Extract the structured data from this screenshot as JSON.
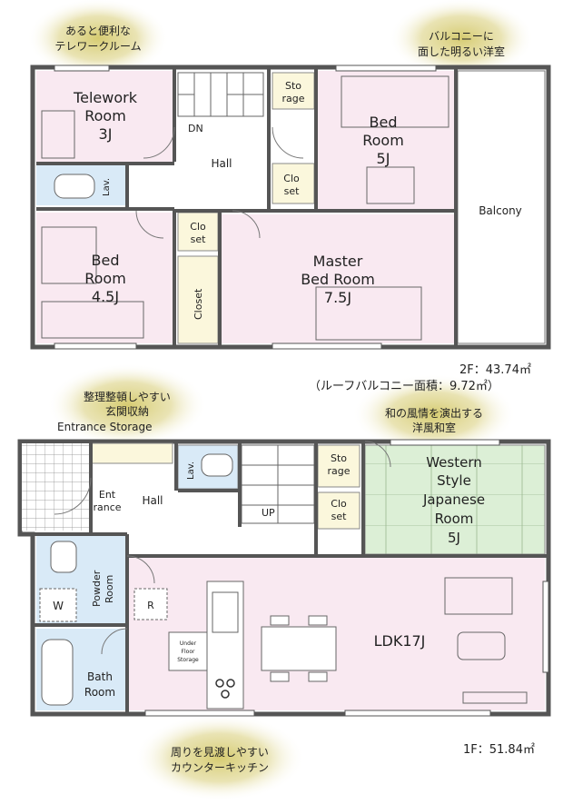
{
  "callouts": {
    "telework": [
      "あると便利な",
      "テレワークルーム"
    ],
    "balcony": [
      "バルコニーに",
      "面した明るい洋室"
    ],
    "storage": [
      "整理整頓しやすい",
      "玄関収納"
    ],
    "washitsu": [
      "和の風情を演出する",
      "洋風和室"
    ],
    "kitchen": [
      "周りを見渡しやすい",
      "カウンターキッチン"
    ]
  },
  "floor2": {
    "area": "2F：43.74㎡",
    "roof_balcony": "（ルーフバルコニー面積：9.72㎡）",
    "rooms": {
      "telework": [
        "Telework",
        "Room",
        "3J"
      ],
      "storage": [
        "Sto",
        "rage"
      ],
      "bed5": [
        "Bed",
        "Room",
        "5J"
      ],
      "balcony": "Balcony",
      "hall": "Hall",
      "dn": "DN",
      "lav": "Lav.",
      "closet_a": [
        "Clo",
        "set"
      ],
      "closet_b": [
        "Clo",
        "set"
      ],
      "closet_long": "Closet",
      "bed45": [
        "Bed",
        "Room",
        "4.5J"
      ],
      "master": [
        "Master",
        "Bed Room",
        "7.5J"
      ]
    }
  },
  "floor1": {
    "area": "1F：51.84㎡",
    "rooms": {
      "entrance_storage": "Entrance Storage",
      "entrance": [
        "Ent",
        "rance"
      ],
      "hall": "Hall",
      "lav": "Lav.",
      "up": "UP",
      "storage": [
        "Sto",
        "rage"
      ],
      "closet": [
        "Clo",
        "set"
      ],
      "japanese": [
        "Western",
        "Style",
        "Japanese",
        "Room",
        "5J"
      ],
      "powder": [
        "Powder",
        "Room"
      ],
      "washer": "W",
      "fridge": "R",
      "underfloor": [
        "Under",
        "Floor",
        "Storage"
      ],
      "bath": [
        "Bath",
        "Room"
      ],
      "ldk": "LDK17J"
    }
  },
  "colors": {
    "pink": "#f9e9f1",
    "green": "#dcefd6",
    "blue": "#d9eaf7",
    "cream": "#fbf7dc",
    "wall": "#555555",
    "glow": "#d8cd7a"
  }
}
